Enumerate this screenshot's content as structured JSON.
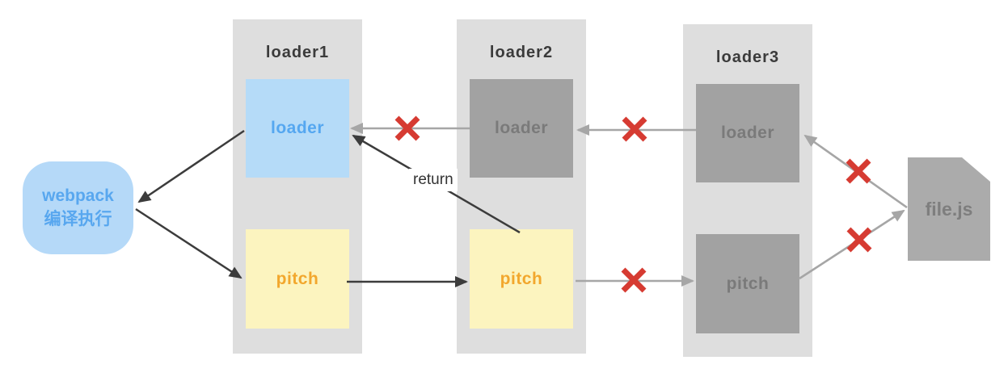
{
  "diagram": {
    "webpack_node": {
      "line1": "webpack",
      "line2": "编译执行"
    },
    "columns": [
      {
        "title": "loader1",
        "loader_label": "loader",
        "pitch_label": "pitch"
      },
      {
        "title": "loader2",
        "loader_label": "loader",
        "pitch_label": "pitch"
      },
      {
        "title": "loader3",
        "loader_label": "loader",
        "pitch_label": "pitch"
      }
    ],
    "file_node": {
      "label": "file.js"
    },
    "return_label": "return"
  },
  "colors": {
    "background": "#FFFFFF",
    "column_bg": "#DEDEDE",
    "column_title_text": "#3B3B3B",
    "loader_blue_bg": "#B5DBF8",
    "loader_blue_text": "#55A7F0",
    "pitch_yellow_bg": "#FCF4BF",
    "pitch_yellow_text": "#F2A72D",
    "gray_box_bg": "#A2A2A2",
    "gray_box_text": "#7A7A7A",
    "webpack_bg": "#B5D9F8",
    "webpack_text": "#58A7EF",
    "file_bg": "#ABABAB",
    "file_text": "#7E7E7E",
    "dark_arrow": "#3C3C3C",
    "gray_arrow": "#A6A6A6",
    "red_x": "#D63B32",
    "return_text": "#333333"
  }
}
